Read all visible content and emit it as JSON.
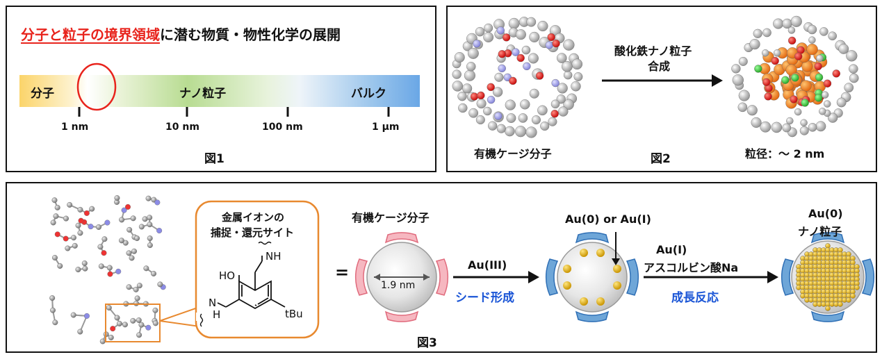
{
  "fig1": {
    "title_red": "分子と粒子の境界領域",
    "title_rest": "に潜む物質・物性化学の展開",
    "bar_labels": [
      "分子",
      "ナノ粒子",
      "バルク"
    ],
    "ticks": [
      "1 nm",
      "10 nm",
      "100 nm",
      "1 μm"
    ],
    "caption": "図1"
  },
  "fig2": {
    "left_label": "有機ケージ分子",
    "arrow_text": [
      "酸化鉄ナノ粒子",
      "合成"
    ],
    "right_label": "粒径：〜 2 nm",
    "caption": "図2"
  },
  "fig3": {
    "callout": [
      "金属イオンの",
      "捕捉・還元サイト"
    ],
    "chem": {
      "oh": "HO",
      "nh_top": "NH",
      "nh_left_n": "N",
      "nh_left_h": "H",
      "tbu": "tBu"
    },
    "equals": "=",
    "cage_label": "有機ケージ分子",
    "diameter": "1.9 nm",
    "step1_top": "Au(III)",
    "step1_bottom": "シード形成",
    "seed_label": "Au(0) or Au(I)",
    "step2_top": [
      "Au(I)",
      "アスコルビン酸Na"
    ],
    "step2_bottom": "成長反応",
    "product_label": [
      "Au(0)",
      "ナノ粒子"
    ],
    "caption": "図3"
  },
  "colors": {
    "accent_red": "#e8231c",
    "blue_text": "#1a55d6",
    "pink_window": "#f6b7c0",
    "blue_window": "#6ea6d8",
    "gold": "#f2b21a"
  }
}
